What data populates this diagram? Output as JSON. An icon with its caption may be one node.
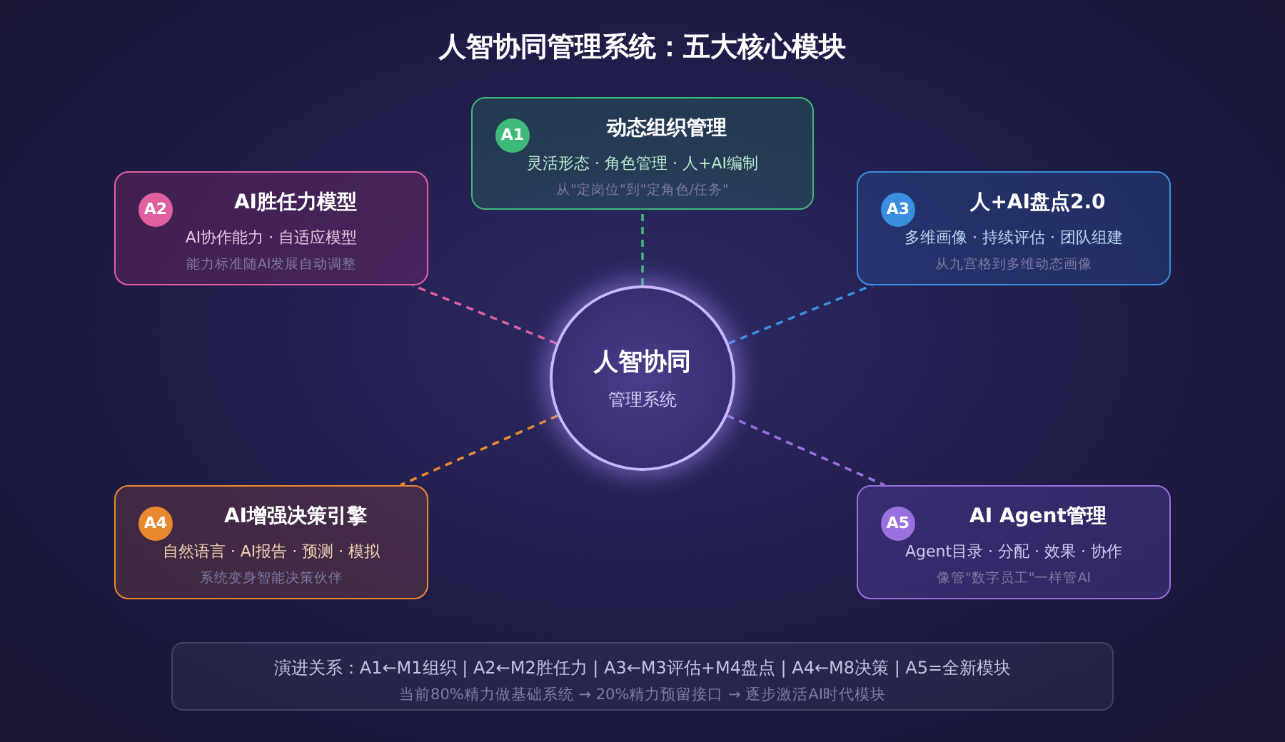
{
  "diagram": {
    "title": "人智协同管理系统：五大核心模块",
    "nodes": [
      {
        "text": [
          "A1",
          "动态组织管理",
          "灵活形态 · 角色管理 · 人+AI编制",
          "从\"定岗位\"到\"定角色/任务\""
        ]
      },
      {
        "text": [
          "A2",
          "AI胜任力模型",
          "AI协作能力 · 自适应模型",
          "能力标准随AI发展自动调整"
        ]
      },
      {
        "text": [
          "A3",
          "人+AI盘点2.0",
          "多维画像 · 持续评估 · 团队组建",
          "从九宫格到多维动态画像"
        ]
      },
      {
        "text": [
          "人智协同",
          "管理系统"
        ]
      },
      {
        "text": [
          "A4",
          "AI增强决策引擎",
          "自然语言 · AI报告 · 预测 · 模拟",
          "系统变身智能决策伙伴"
        ]
      },
      {
        "text": [
          "A5",
          "AI Agent管理",
          "Agent目录 · 分配 · 效果 · 协作",
          "像管\"数字员工\"一样管AI"
        ]
      },
      {
        "text": [
          "演进关系：A1←M1组织 | A2←M2胜任力 | A3←M3评估+M4盘点 | A4←M8决策 | A5=全新模块",
          "当前80%精力做基础系统 → 20%精力预留接口 → 逐步激活AI时代模块"
        ]
      }
    ],
    "edges": [
      {
        "from": 3,
        "to": 0,
        "arrow": "none",
        "style": "dashed",
        "color": "#3fb97a"
      },
      {
        "from": 3,
        "to": 1,
        "arrow": "none",
        "style": "dashed",
        "color": "#e0609f"
      },
      {
        "from": 3,
        "to": 2,
        "arrow": "none",
        "style": "dashed",
        "color": "#3a8ee0"
      },
      {
        "from": 3,
        "to": 4,
        "arrow": "none",
        "style": "dashed",
        "color": "#e8892f"
      },
      {
        "from": 3,
        "to": 5,
        "arrow": "none",
        "style": "dashed",
        "color": "#9a6fe0"
      }
    ]
  }
}
